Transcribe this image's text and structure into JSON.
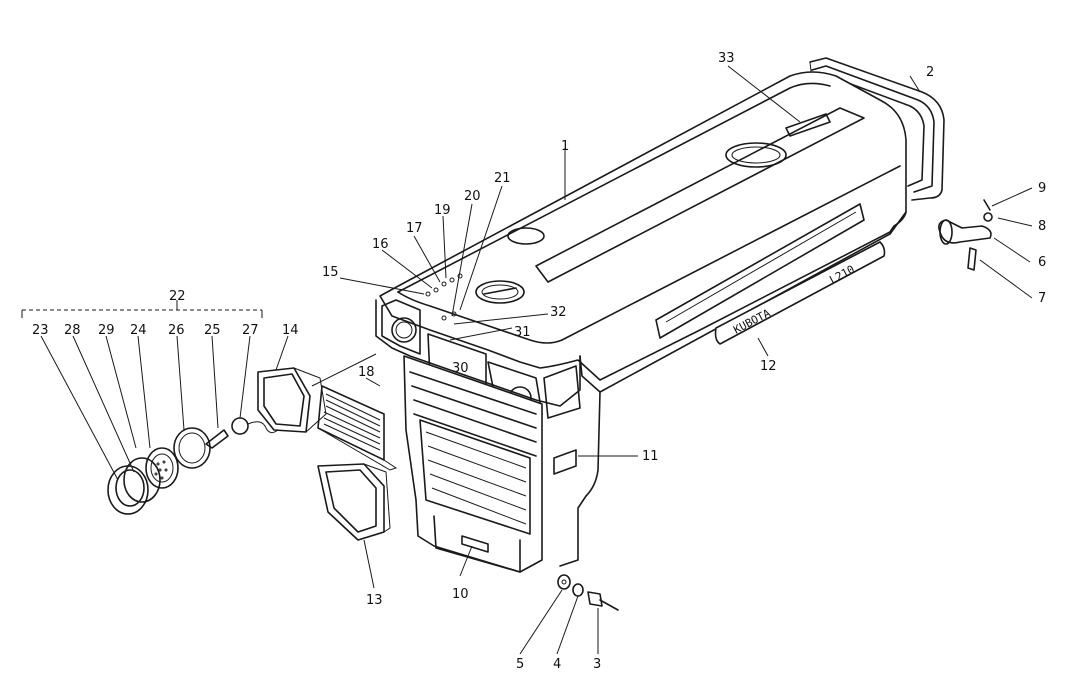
{
  "emblem": {
    "brand_text": "KUBOTA",
    "model_text": "L210"
  },
  "labels": [
    {
      "id": "1",
      "text": "1"
    },
    {
      "id": "2",
      "text": "2"
    },
    {
      "id": "3",
      "text": "3"
    },
    {
      "id": "4",
      "text": "4"
    },
    {
      "id": "5",
      "text": "5"
    },
    {
      "id": "6",
      "text": "6"
    },
    {
      "id": "7",
      "text": "7"
    },
    {
      "id": "8",
      "text": "8"
    },
    {
      "id": "9",
      "text": "9"
    },
    {
      "id": "10",
      "text": "10"
    },
    {
      "id": "11",
      "text": "11"
    },
    {
      "id": "12",
      "text": "12"
    },
    {
      "id": "13",
      "text": "13"
    },
    {
      "id": "14",
      "text": "14"
    },
    {
      "id": "15",
      "text": "15"
    },
    {
      "id": "16",
      "text": "16"
    },
    {
      "id": "17",
      "text": "17"
    },
    {
      "id": "18",
      "text": "18"
    },
    {
      "id": "19",
      "text": "19"
    },
    {
      "id": "20",
      "text": "20"
    },
    {
      "id": "21",
      "text": "21"
    },
    {
      "id": "22",
      "text": "22"
    },
    {
      "id": "23",
      "text": "23"
    },
    {
      "id": "24",
      "text": "24"
    },
    {
      "id": "25",
      "text": "25"
    },
    {
      "id": "26",
      "text": "26"
    },
    {
      "id": "27",
      "text": "27"
    },
    {
      "id": "28",
      "text": "28"
    },
    {
      "id": "29",
      "text": "29"
    },
    {
      "id": "30",
      "text": "30"
    },
    {
      "id": "31",
      "text": "31"
    },
    {
      "id": "32",
      "text": "32"
    },
    {
      "id": "33",
      "text": "33"
    }
  ]
}
